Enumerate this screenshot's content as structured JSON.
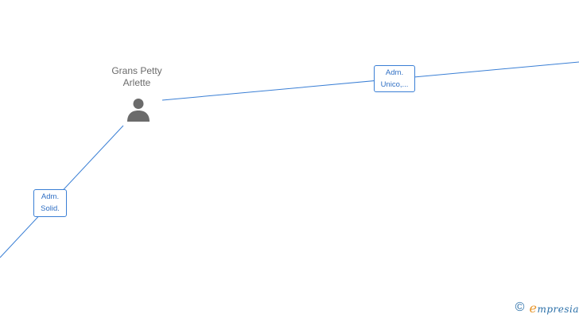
{
  "person": {
    "name_line1": "Grans Petty",
    "name_line2": "Arlette"
  },
  "edges": [
    {
      "role_line1": "Adm.",
      "role_line2": "Unico,..."
    },
    {
      "role_line1": "Adm.",
      "role_line2": "Solid."
    }
  ],
  "footer": {
    "copyright_symbol": "©",
    "brand_initial": "e",
    "brand_rest": "mpresia"
  },
  "colors": {
    "edge": "#3a7fd5",
    "person_icon": "#6b6b6b",
    "brand": "#2a6fa8",
    "brand_accent": "#e8962a"
  }
}
